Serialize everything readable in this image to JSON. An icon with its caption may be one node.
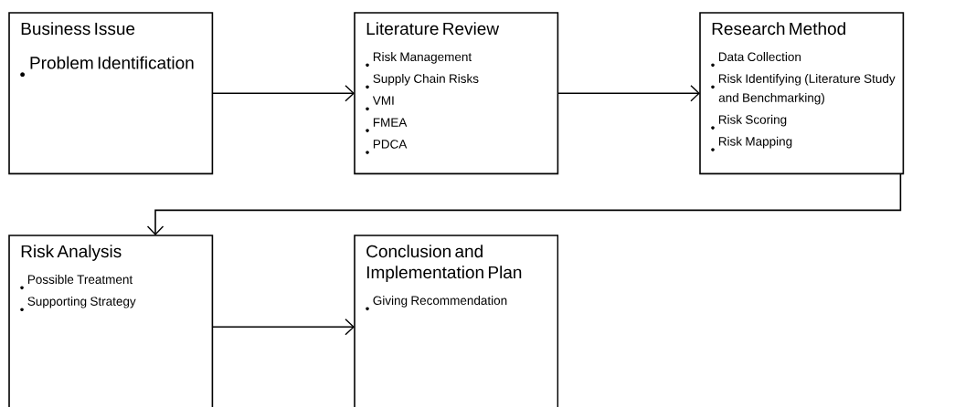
{
  "diagram": {
    "nodes": [
      {
        "text": [
          "Business Issue",
          "Problem Identification"
        ]
      },
      {
        "text": [
          "Literature Review",
          "Risk Management",
          "Supply Chain Risks",
          "VMI",
          "FMEA",
          "PDCA"
        ]
      },
      {
        "text": [
          "Research Method",
          "Data Collection",
          "Risk Identifying (Literature Study and Benchmarking)",
          "Risk Scoring",
          "Risk Mapping"
        ]
      },
      {
        "text": [
          "Risk Analysis",
          "Possible Treatment",
          "Supporting Strategy"
        ]
      },
      {
        "text": [
          "Conclusion and Implementation Plan",
          "Giving Recommendation"
        ]
      }
    ],
    "edges": [
      {
        "from": 0,
        "to": 1,
        "arrow": "to"
      },
      {
        "from": 1,
        "to": 2,
        "arrow": "to"
      },
      {
        "from": 2,
        "to": 3,
        "arrow": "to"
      },
      {
        "from": 3,
        "to": 4,
        "arrow": "to"
      }
    ]
  }
}
